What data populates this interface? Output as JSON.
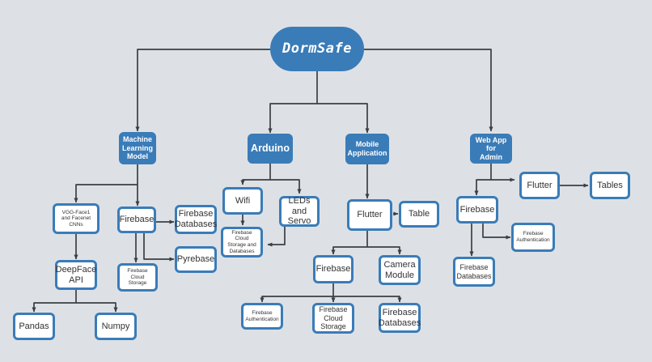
{
  "diagram": {
    "title": "DormSafe",
    "background_color": "#dde1e6",
    "accent_color": "#3a7cb8",
    "edge_color": "#3a3f44",
    "nodes": {
      "root": "DormSafe",
      "ml_model": "Machine\nLearning\nModel",
      "vgg": "VGG-Face1\nand Facenet\nCNNs",
      "ml_firebase": "Firebase",
      "firebase_databases_ml": "Firebase\nDatabases",
      "pyrebase": "Pyrebase",
      "deepface": "DeepFace\nAPI",
      "firebase_cloud_storage_ml": "Firebase Cloud\nStorage",
      "pandas": "Pandas",
      "numpy": "Numpy",
      "arduino": "Arduino",
      "wifi": "Wifi",
      "leds_servo": "LEDs and\nServo",
      "firebase_cloud_storage_and_db": "Firebase Cloud\nStorage and\nDatabases",
      "mobile_application": "Mobile\nApplication",
      "mobile_flutter": "Flutter",
      "mobile_table": "Table",
      "mobile_firebase": "Firebase",
      "camera_module": "Camera\nModule",
      "firebase_auth_mobile": "Firebase\nAuthentication",
      "firebase_cloud_storage_mobile": "Firebase\nCloud\nStorage",
      "firebase_databases_mobile": "Firebase\nDatabases",
      "web_app_admin": "Web App\nfor Admin",
      "web_firebase": "Firebase",
      "web_flutter": "Flutter",
      "web_tables": "Tables",
      "firebase_auth_web": "Firebase\nAuthentication",
      "firebase_databases_web": "Firebase\nDatabases"
    }
  }
}
